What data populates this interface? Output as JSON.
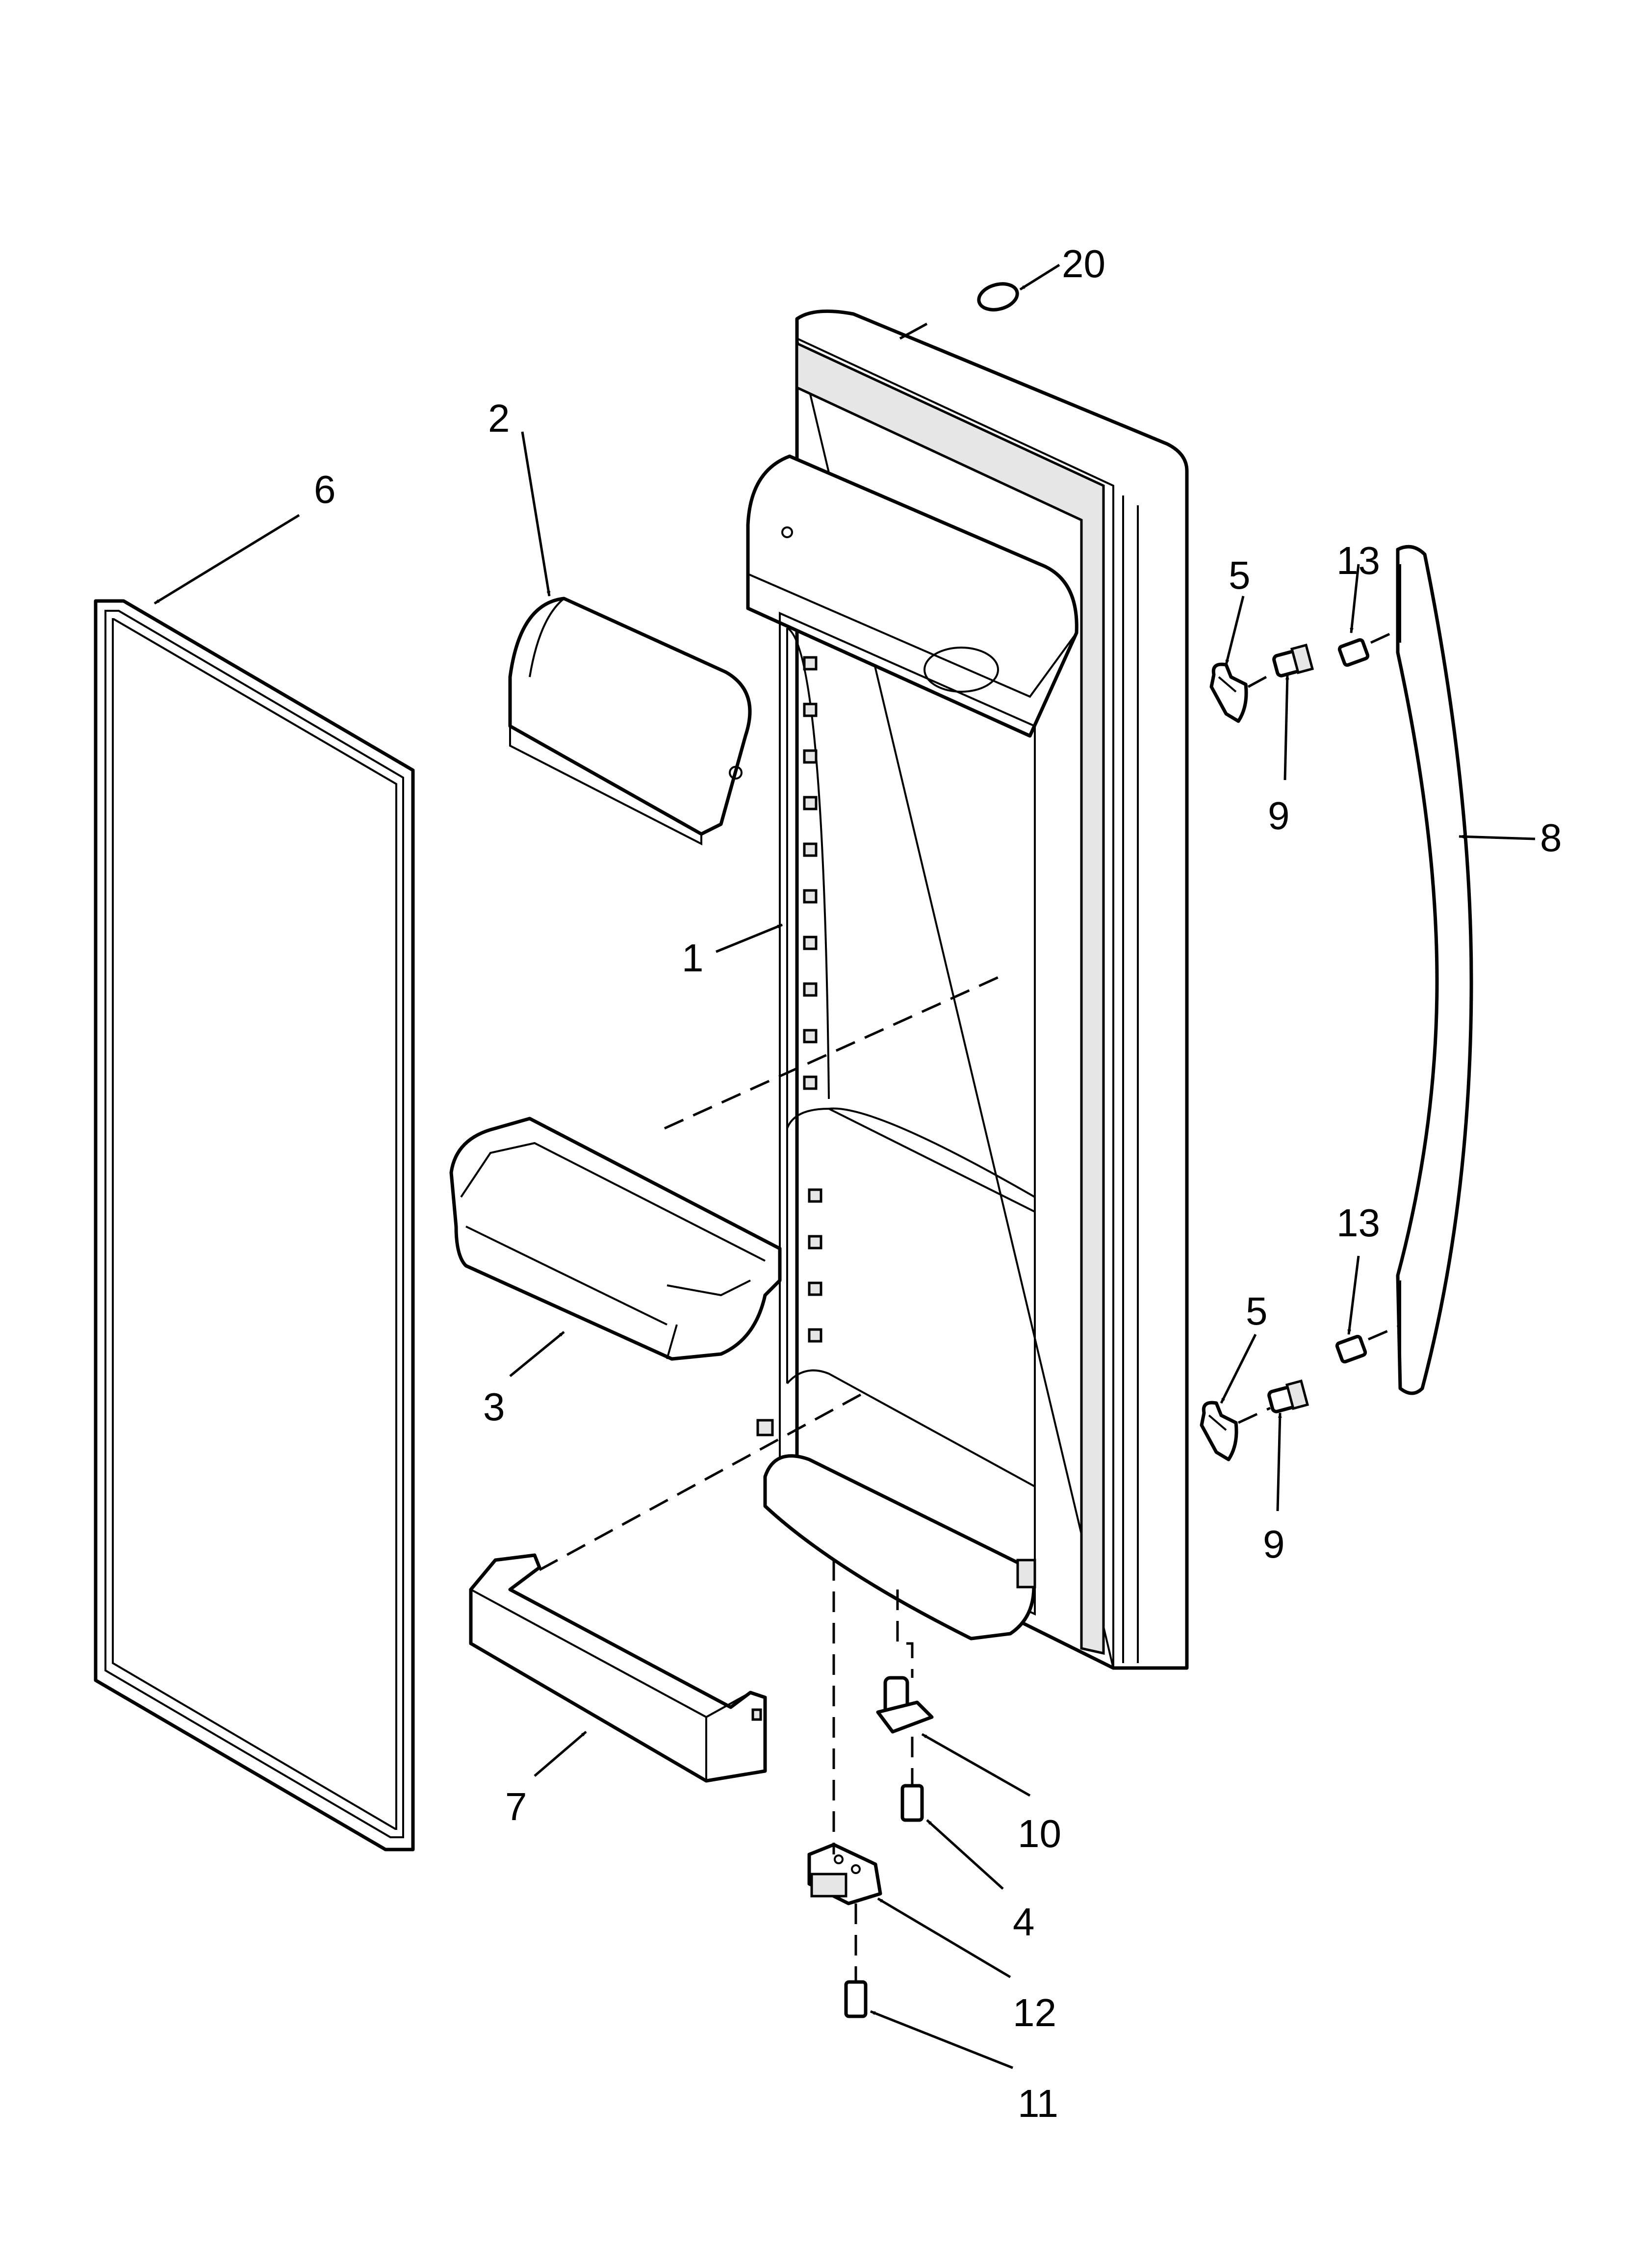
{
  "diagram": {
    "callouts": [
      {
        "id": "c20",
        "text": "20"
      },
      {
        "id": "c2",
        "text": "2"
      },
      {
        "id": "c6",
        "text": "6"
      },
      {
        "id": "c5a",
        "text": "5"
      },
      {
        "id": "c13a",
        "text": "13"
      },
      {
        "id": "c9a",
        "text": "9"
      },
      {
        "id": "c8",
        "text": "8"
      },
      {
        "id": "c1",
        "text": "1"
      },
      {
        "id": "c13b",
        "text": "13"
      },
      {
        "id": "c5b",
        "text": "5"
      },
      {
        "id": "c3",
        "text": "3"
      },
      {
        "id": "c9b",
        "text": "9"
      },
      {
        "id": "c7",
        "text": "7"
      },
      {
        "id": "c10",
        "text": "10"
      },
      {
        "id": "c4",
        "text": "4"
      },
      {
        "id": "c12",
        "text": "12"
      },
      {
        "id": "c11",
        "text": "11"
      }
    ],
    "colors": {
      "line": "#000000",
      "background": "#ffffff",
      "shade": "#e6e6e6"
    }
  }
}
